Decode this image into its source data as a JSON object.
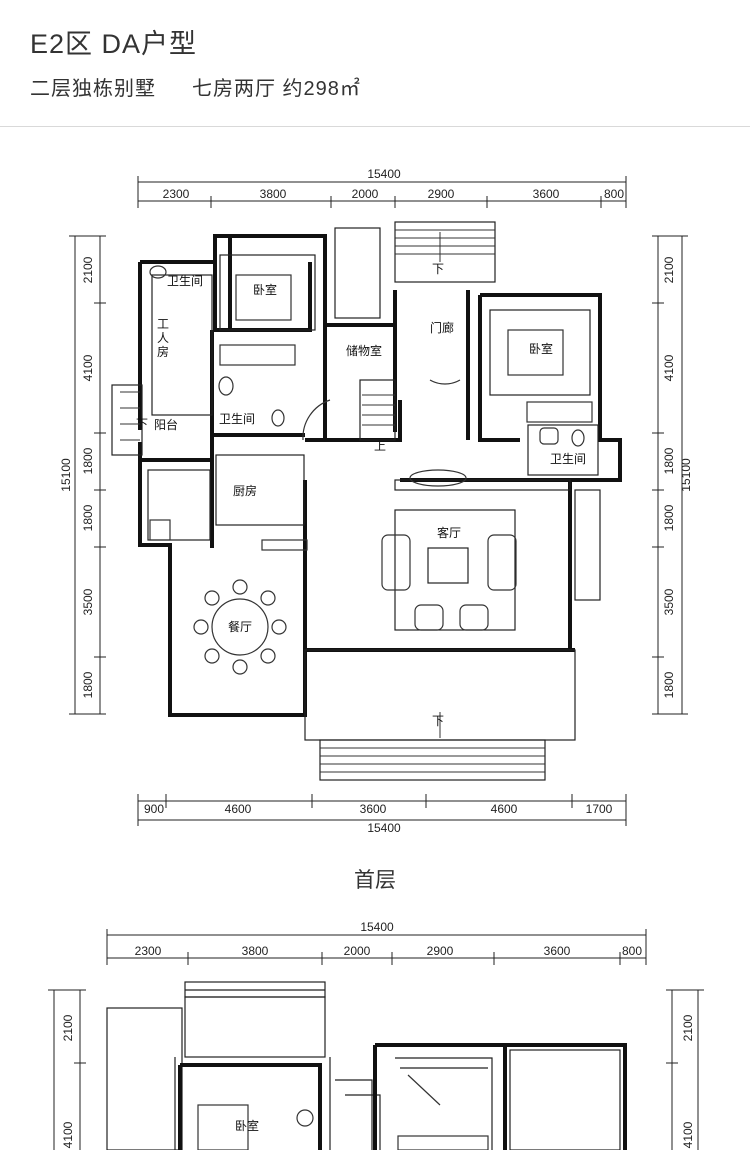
{
  "header": {
    "title": "E2区  DA户型",
    "subtitle_type": "二层独栋别墅",
    "subtitle_rooms": "七房两厅 约298㎡"
  },
  "first_floor": {
    "label": "首层",
    "top_total": "15400",
    "top_dims": [
      "2300",
      "3800",
      "2000",
      "2900",
      "3600",
      "800"
    ],
    "bottom_dims": [
      "900",
      "4600",
      "3600",
      "4600",
      "1700"
    ],
    "bottom_total": "15400",
    "left_dims": [
      "2100",
      "4100",
      "1800",
      "1800",
      "3500",
      "1800"
    ],
    "left_total": "15100",
    "right_dims": [
      "2100",
      "4100",
      "1800",
      "1800",
      "3500",
      "1800"
    ],
    "right_total": "15100",
    "rooms": {
      "bath_nw": "卫生间",
      "bedroom_n": "卧室",
      "servant_1": "工",
      "servant_2": "人",
      "servant_3": "房",
      "bath_mid": "卫生间",
      "balcony": "阳台",
      "storage": "储物室",
      "foyer": "门廊",
      "bedroom_e": "卧室",
      "bath_e": "卫生间",
      "kitchen": "厨房",
      "living": "客厅",
      "dining": "餐厅",
      "down_top": "下",
      "down_balcony": "下",
      "down_bottom": "下",
      "up_stair": "上"
    }
  },
  "second_floor": {
    "top_total": "15400",
    "top_dims": [
      "2300",
      "3800",
      "2000",
      "2900",
      "3600",
      "800"
    ],
    "left_dims": [
      "2100",
      "4100"
    ],
    "right_dims": [
      "2100",
      "4100"
    ],
    "rooms": {
      "bedroom": "卧室"
    }
  }
}
